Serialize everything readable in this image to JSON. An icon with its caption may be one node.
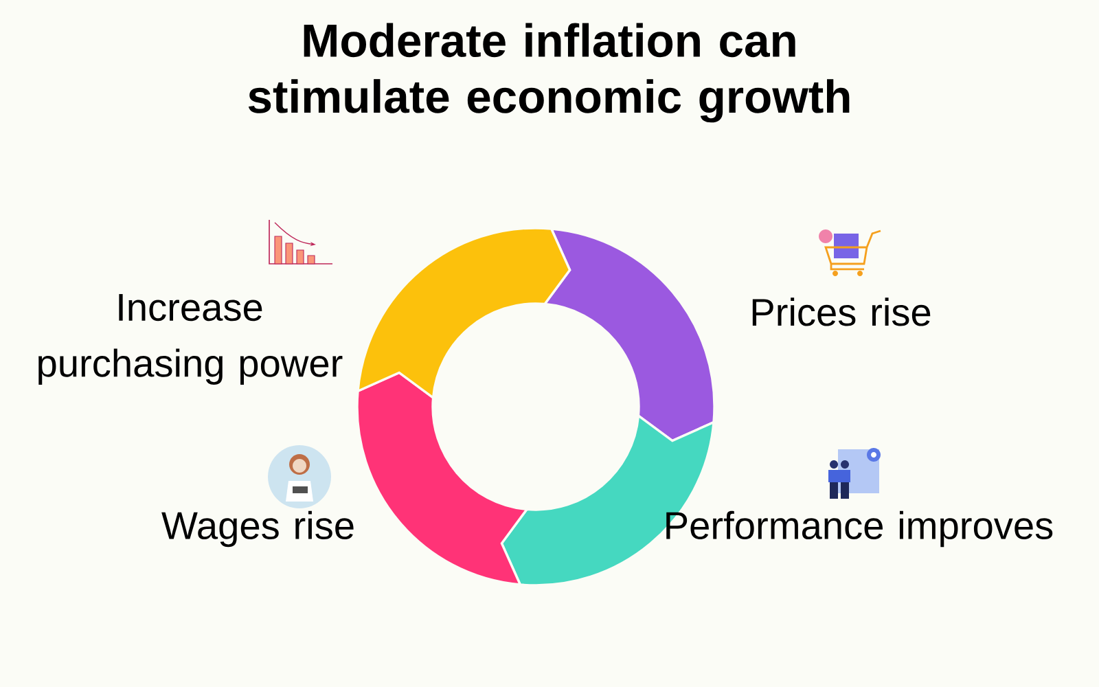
{
  "diagram": {
    "title": "Moderate inflation can stimulate economic growth",
    "nodes": [
      {
        "text": [
          "Prices rise"
        ]
      },
      {
        "text": [
          "Performance improves"
        ]
      },
      {
        "text": [
          "Wages rise"
        ]
      },
      {
        "text": [
          "Increase purchasing power"
        ]
      }
    ]
  }
}
